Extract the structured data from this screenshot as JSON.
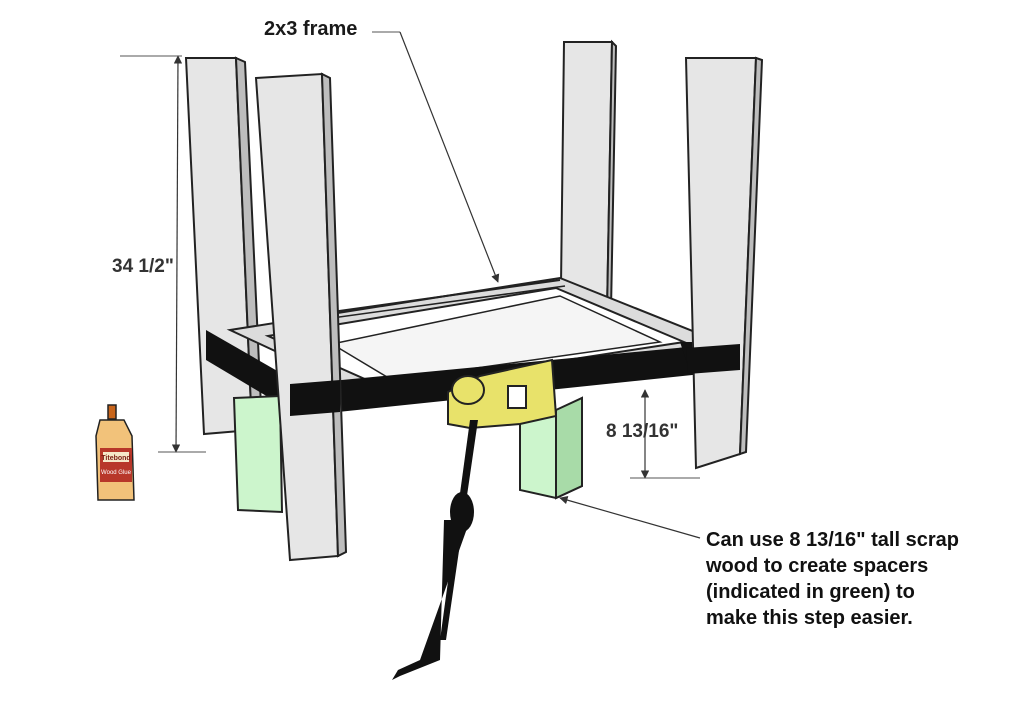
{
  "labels": {
    "frame": "2x3 frame",
    "height": "34 1/2\"",
    "spacer_height": "8 13/16\"",
    "note_lines": [
      "Can use 8 13/16\" tall scrap",
      "wood to create spacers",
      "(indicated in green) to",
      "make this step easier."
    ]
  },
  "glue_bottle": {
    "brand": "Titebond",
    "product": "Wood Glue"
  },
  "colors": {
    "leg": "#e6e6e6",
    "leg_side": "#bdbdbd",
    "outline": "#222222",
    "spacer": "#ccf5cc",
    "spacer_side": "#a8dba8",
    "strap": "#111111",
    "ratchet": "#e8e26a",
    "frame": "#dcdcdc"
  }
}
